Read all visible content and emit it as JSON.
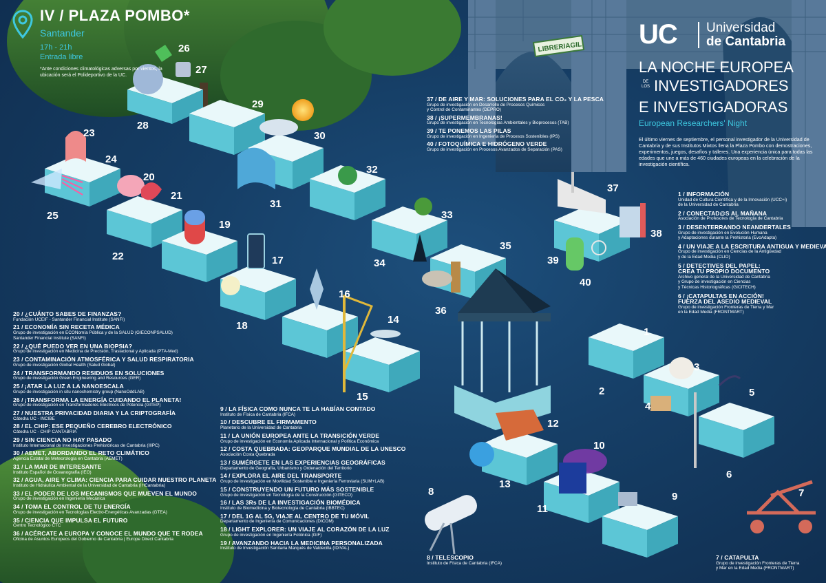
{
  "location": {
    "title": "IV / PLAZA POMBO*",
    "city": "Santander",
    "hours": "17h - 21h",
    "entry": "Entrada libre",
    "note": "*Ante condiciones climatológicas adversas por vientos, la ubicación será el Polideportivo de la UC."
  },
  "brand": {
    "mark": "UC",
    "name_line1": "Universidad",
    "name_line2": "de Cantabria",
    "title_line1": "LA NOCHE EUROPEA",
    "title_de_los": "DE LOS",
    "title_line2": "INVESTIGADORES",
    "title_line3": "E INVESTIGADORAS",
    "subtitle": "European Researchers' Night",
    "intro": "El último viernes de septiembre, el personal investigador de la Universidad de Cantabria y de sus Institutos Mixtos llena la Plaza Pombo con demostraciones, experimentos, juegos, desafíos y talleres. Una experiencia única para todas las edades que une a más de 460 ciudades europeas en la celebración de la investigación científica.",
    "sign": "LIBRERIAGIL"
  },
  "colors": {
    "accent": "#3ec8e0",
    "background": "#163f67",
    "block_top": "#dff4f7",
    "block_side": "#3fb7c9",
    "tree": "#2e6b2c"
  },
  "map_numbers": [
    "1",
    "2",
    "3",
    "4",
    "5",
    "6",
    "7",
    "8",
    "9",
    "10",
    "11",
    "12",
    "13",
    "14",
    "15",
    "16",
    "17",
    "18",
    "19",
    "20",
    "21",
    "22",
    "23",
    "24",
    "25",
    "26",
    "27",
    "28",
    "29",
    "30",
    "31",
    "32",
    "33",
    "34",
    "35",
    "36",
    "37",
    "38",
    "39",
    "40"
  ],
  "right_list": [
    {
      "title": "1 / INFORMACIÓN",
      "sub": [
        "Unidad de Cultura Científica y de la Innovación (UCC+i)",
        "de la Universidad de Cantabria"
      ]
    },
    {
      "title": "2 / CONECTAD@S AL MAÑANA",
      "sub": [
        "Asociación de Profesores de Tecnología de Cantabria"
      ]
    },
    {
      "title": "3 / DESENTERRANDO NEANDERTALES",
      "sub": [
        "Grupo de investigación en Evolución Humana",
        "y Adaptaciones durante la Prehistoria (EvoAdapta)"
      ]
    },
    {
      "title": "4 / UN VIAJE A LA ESCRITURA ANTIGUA Y MEDIEVAL",
      "sub": [
        "Grupo de investigación en Ciencias de la Antigüedad",
        "y de la Edad Media (CLIO)"
      ]
    },
    {
      "title": "5 / DETECTIVES DEL PAPEL:",
      "title2": "CREA TU PROPIO DOCUMENTO",
      "sub": [
        "Archivo general de la Universidad de Cantabria",
        "y Grupo de investigación en Ciencias",
        "y Técnicas Historiográficas (GICITECH)"
      ]
    },
    {
      "title": "6 / ¡CATAPULTAS EN ACCIÓN!",
      "title2": "FUERZA DEL ASEDIO MEDIEVAL",
      "sub": [
        "Grupo de investigación Fronteras de Tierra y Mar",
        "en la Edad Media (FRONTMART)"
      ]
    }
  ],
  "top_list": [
    {
      "title": "37 / DE AIRE Y MAR: SOLUCIONES PARA EL CO₂ Y LA PESCA",
      "sub": [
        "Grupo de investigación en Desarrollo de Procesos Químicos",
        "y Control de Contaminantes (DEPRO)"
      ]
    },
    {
      "title": "38 / ¡SUPERMEMBRANAS!",
      "sub": [
        "Grupo de investigación en Tecnologías Ambientales y Bioprocesos (TAB)"
      ]
    },
    {
      "title": "39 / TE PONEMOS LAS PILAS",
      "sub": [
        "Grupo de investigación en Ingeniería de Procesos Sostenibles (IPS)"
      ]
    },
    {
      "title": "40 / FOTOQUÍMICA E HIDRÓGENO VERDE",
      "sub": [
        "Grupo de investigación en Procesos Avanzados de Separación (PAS)"
      ]
    }
  ],
  "left_list": [
    {
      "title": "20 / ¿CUÁNTO SABES DE FINANZAS?",
      "sub": [
        "Fundación UCEIF - Santander Financial Institute (SANFI)"
      ]
    },
    {
      "title": "21 / ECONOMÍA SIN RECETA MÉDICA",
      "sub": [
        "Grupo de investigación en ECONomía Pública y de la SALUD (GIECONPSALUD)",
        "Santander Financial Institute (SANFI)"
      ]
    },
    {
      "title": "22 / ¿QUÉ PUEDO VER EN UNA BIOPSIA?",
      "sub": [
        "Grupo de investigación en Medicina de Precisión, Traslacional y Aplicada (PTA-Med)"
      ]
    },
    {
      "title": "23 / CONTAMINACIÓN ATMOSFÉRICA Y SALUD RESPIRATORIA",
      "sub": [
        "Grupo de investigación Global Health (Salud Global)"
      ]
    },
    {
      "title": "24 / TRANSFORMANDO RESIDUOS EN SOLUCIONES",
      "sub": [
        "Grupo de investigación Green Engineering and Resources (GER)"
      ]
    },
    {
      "title": "25 / ¡ATAR LA LUZ A LA NANOESCALA",
      "sub": [
        "Grupo de investigación in situ nanochemistry group (NanoOddLAB)"
      ]
    },
    {
      "title": "26 / ¡TRANSFORMA LA ENERGÍA CUIDANDO EL PLANETA!",
      "sub": [
        "Grupo de investigación en Transformadores Eléctricos de Potencia (GITEP)"
      ]
    },
    {
      "title": "27 / NUESTRA PRIVACIDAD DIARIA Y LA CRIPTOGRAFÍA",
      "sub": [
        "Cátedra UC - INCIBE"
      ]
    },
    {
      "title": "28 / EL CHIP: ESE PEQUEÑO CEREBRO ELECTRÓNICO",
      "sub": [
        "Cátedra UC - CHIP CANTABRIA"
      ]
    },
    {
      "title": "29 / SIN CIENCIA NO HAY PASADO",
      "sub": [
        "Instituto Internacional de Investigaciones Prehistóricas de Cantabria (IIIPC)"
      ]
    },
    {
      "title": "30 / AEMET, ABORDANDO EL RETO CLIMÁTICO",
      "sub": [
        "Agencia Estatal de Meteorología en Cantabria (AEMET)"
      ]
    },
    {
      "title": "31 / LA MAR DE INTERESANTE",
      "sub": [
        "Instituto Español de Oceanografía (IEO)"
      ]
    },
    {
      "title": "32 / AGUA, AIRE Y CLIMA: CIENCIA PARA CUIDAR NUESTRO PLANETA",
      "sub": [
        "Instituto de Hidráulica Ambiental de la Universidad de Cantabria (IHCantabria)"
      ]
    },
    {
      "title": "33 / EL PODER DE LOS MECANISMOS QUE MUEVEN EL MUNDO",
      "sub": [
        "Grupo de investigación en Ingeniería Mecánica"
      ]
    },
    {
      "title": "34 / TOMA EL CONTROL DE TU ENERGÍA",
      "sub": [
        "Grupo de investigación en Tecnologías Electro-Energéticas Avanzadas (GTEA)"
      ]
    },
    {
      "title": "35 / CIENCIA QUE IMPULSA EL FUTURO",
      "sub": [
        "Centro Tecnológico CTC"
      ]
    },
    {
      "title": "36 / ACÉRCATE A EUROPA Y CONOCE EL MUNDO QUE TE RODEA",
      "sub": [
        "Oficina de Asuntos Europeos del Gobierno de Cantabria | Europe Direct Cantabria"
      ]
    }
  ],
  "mid_list": [
    {
      "title": "9 / LA FÍSICA COMO NUNCA TE LA HABÍAN CONTADO",
      "sub": [
        "Instituto de Física de Cantabria (IFCA)"
      ]
    },
    {
      "title": "10 / DESCUBRE EL FIRMAMENTO",
      "sub": [
        "Planetario de la Universidad de Cantabria"
      ]
    },
    {
      "title": "11 / LA UNIÓN EUROPEA ANTE LA TRANSICIÓN VERDE",
      "sub": [
        "Grupo de investigación en Economía Aplicada Internacional y Política Económica"
      ]
    },
    {
      "title": "12 / COSTA QUEBRADA: GEOPARQUE MUNDIAL DE LA UNESCO",
      "sub": [
        "Asociación Costa Quebrada"
      ]
    },
    {
      "title": "13 / SUMÉRGETE EN LAS EXPERIENCIAS GEOGRÁFICAS",
      "sub": [
        "Departamento de Geografía, Urbanismo y Ordenación del Territorio"
      ]
    },
    {
      "title": "14 / EXPLORA EL AIRE DEL TRANSPORTE",
      "sub": [
        "Grupo de investigación en Movilidad Sostenible e Ingeniería Ferroviaria (SUM+LAB)"
      ]
    },
    {
      "title": "15 / CONSTRUYENDO UN FUTURO MÁS SOSTENIBLE",
      "sub": [
        "Grupo de investigación en Tecnología de la Construcción (GITECO)"
      ]
    },
    {
      "title": "16 / LAS 3Rs DE LA INVESTIGACIÓN BIOMÉDICA",
      "sub": [
        "Instituto de Biomedicina y Biotecnología de Cantabria (IBBTEC)"
      ]
    },
    {
      "title": "17 / DEL 1G AL 5G, VIAJE AL CENTRO DE TU MÓVIL",
      "sub": [
        "Departamento de Ingeniería de Comunicaciones (DICOM)"
      ]
    },
    {
      "title": "18 / LIGHT EXPLORER: UN VIAJE AL CORAZÓN DE LA LUZ",
      "sub": [
        "Grupo de investigación en Ingeniería Fotónica (GIF)"
      ]
    },
    {
      "title": "19 / AVANZANDO HACIA LA MEDICINA PERSONALIZADA",
      "sub": [
        "Instituto de Investigación Sanitaria Marqués de Valdecilla (IDIVAL)"
      ]
    }
  ],
  "caption8": {
    "title": "8 / TELESCOPIO",
    "sub": "Instituto de Física de Cantabria (IFCA)"
  },
  "caption7": {
    "title": "7 / CATAPULTA",
    "sub": [
      "Grupo de investigación Fronteras de Tierra",
      "y Mar en la Edad Media (FRONTMART)"
    ]
  }
}
